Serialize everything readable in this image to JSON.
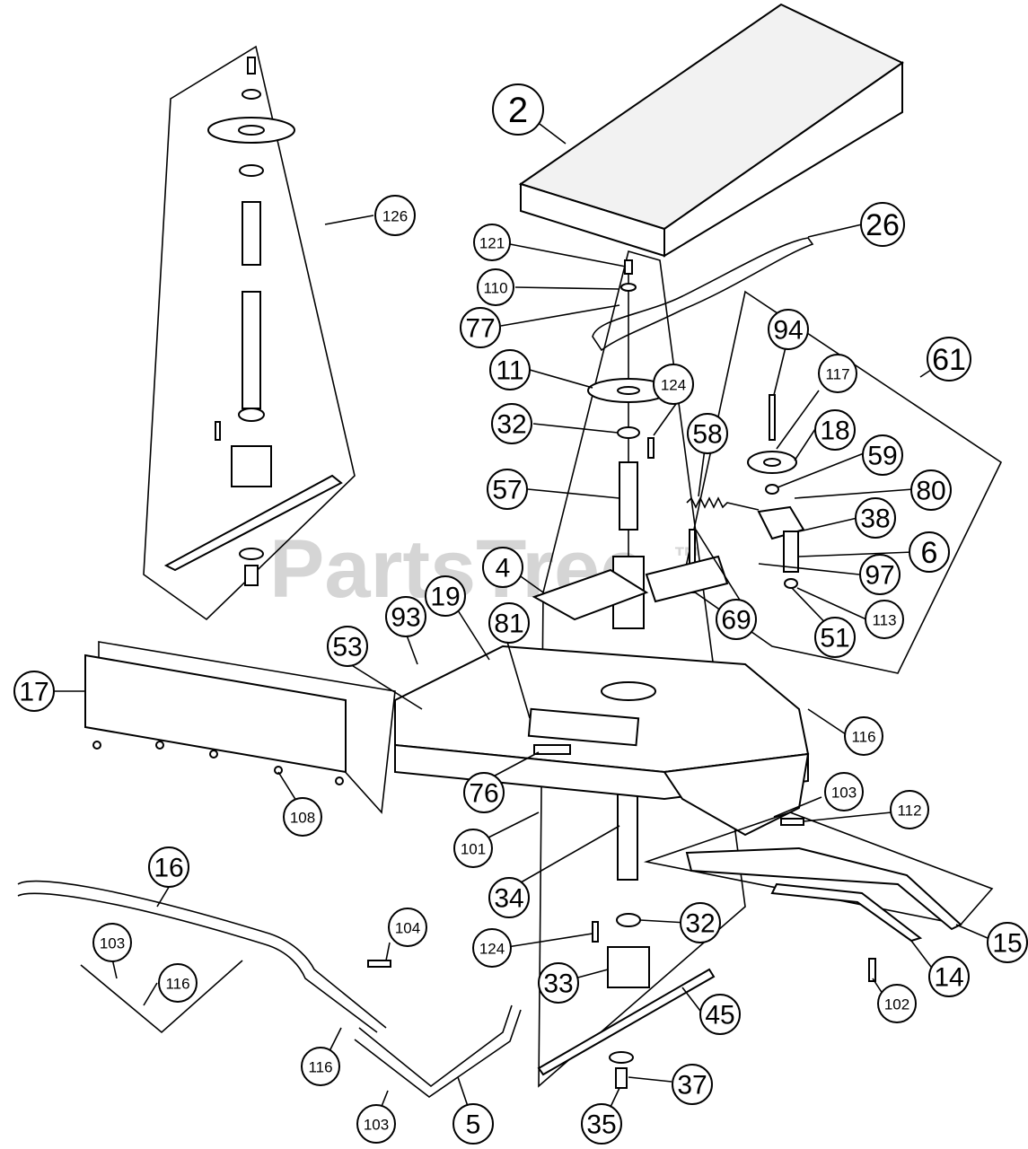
{
  "watermark": {
    "text": "PartsTree",
    "trademark": "™"
  },
  "callouts": [
    {
      "id": "c2",
      "label": "2"
    },
    {
      "id": "c26",
      "label": "26"
    },
    {
      "id": "c121",
      "label": "121"
    },
    {
      "id": "c110",
      "label": "110"
    },
    {
      "id": "c77",
      "label": "77"
    },
    {
      "id": "c11",
      "label": "11"
    },
    {
      "id": "c124a",
      "label": "124"
    },
    {
      "id": "c94",
      "label": "94"
    },
    {
      "id": "c117",
      "label": "117"
    },
    {
      "id": "c61",
      "label": "61"
    },
    {
      "id": "c32a",
      "label": "32"
    },
    {
      "id": "c58",
      "label": "58"
    },
    {
      "id": "c18",
      "label": "18"
    },
    {
      "id": "c59",
      "label": "59"
    },
    {
      "id": "c80",
      "label": "80"
    },
    {
      "id": "c57",
      "label": "57"
    },
    {
      "id": "c38",
      "label": "38"
    },
    {
      "id": "c6",
      "label": "6"
    },
    {
      "id": "c97",
      "label": "97"
    },
    {
      "id": "c4",
      "label": "4"
    },
    {
      "id": "c69",
      "label": "69"
    },
    {
      "id": "c113",
      "label": "113"
    },
    {
      "id": "c51",
      "label": "51"
    },
    {
      "id": "c19",
      "label": "19"
    },
    {
      "id": "c81",
      "label": "81"
    },
    {
      "id": "c93",
      "label": "93"
    },
    {
      "id": "c53",
      "label": "53"
    },
    {
      "id": "c17",
      "label": "17"
    },
    {
      "id": "c116a",
      "label": "116"
    },
    {
      "id": "c103a",
      "label": "103"
    },
    {
      "id": "c112",
      "label": "112"
    },
    {
      "id": "c76",
      "label": "76"
    },
    {
      "id": "c108",
      "label": "108"
    },
    {
      "id": "c101",
      "label": "101"
    },
    {
      "id": "c16",
      "label": "16"
    },
    {
      "id": "c34",
      "label": "34"
    },
    {
      "id": "c32b",
      "label": "32"
    },
    {
      "id": "c104",
      "label": "104"
    },
    {
      "id": "c15",
      "label": "15"
    },
    {
      "id": "c103b",
      "label": "103"
    },
    {
      "id": "c116b",
      "label": "116"
    },
    {
      "id": "c124b",
      "label": "124"
    },
    {
      "id": "c33",
      "label": "33"
    },
    {
      "id": "c14",
      "label": "14"
    },
    {
      "id": "c102",
      "label": "102"
    },
    {
      "id": "c45",
      "label": "45"
    },
    {
      "id": "c116c",
      "label": "116"
    },
    {
      "id": "c37",
      "label": "37"
    },
    {
      "id": "c103c",
      "label": "103"
    },
    {
      "id": "c5",
      "label": "5"
    },
    {
      "id": "c35",
      "label": "35"
    },
    {
      "id": "c126",
      "label": "126"
    }
  ]
}
